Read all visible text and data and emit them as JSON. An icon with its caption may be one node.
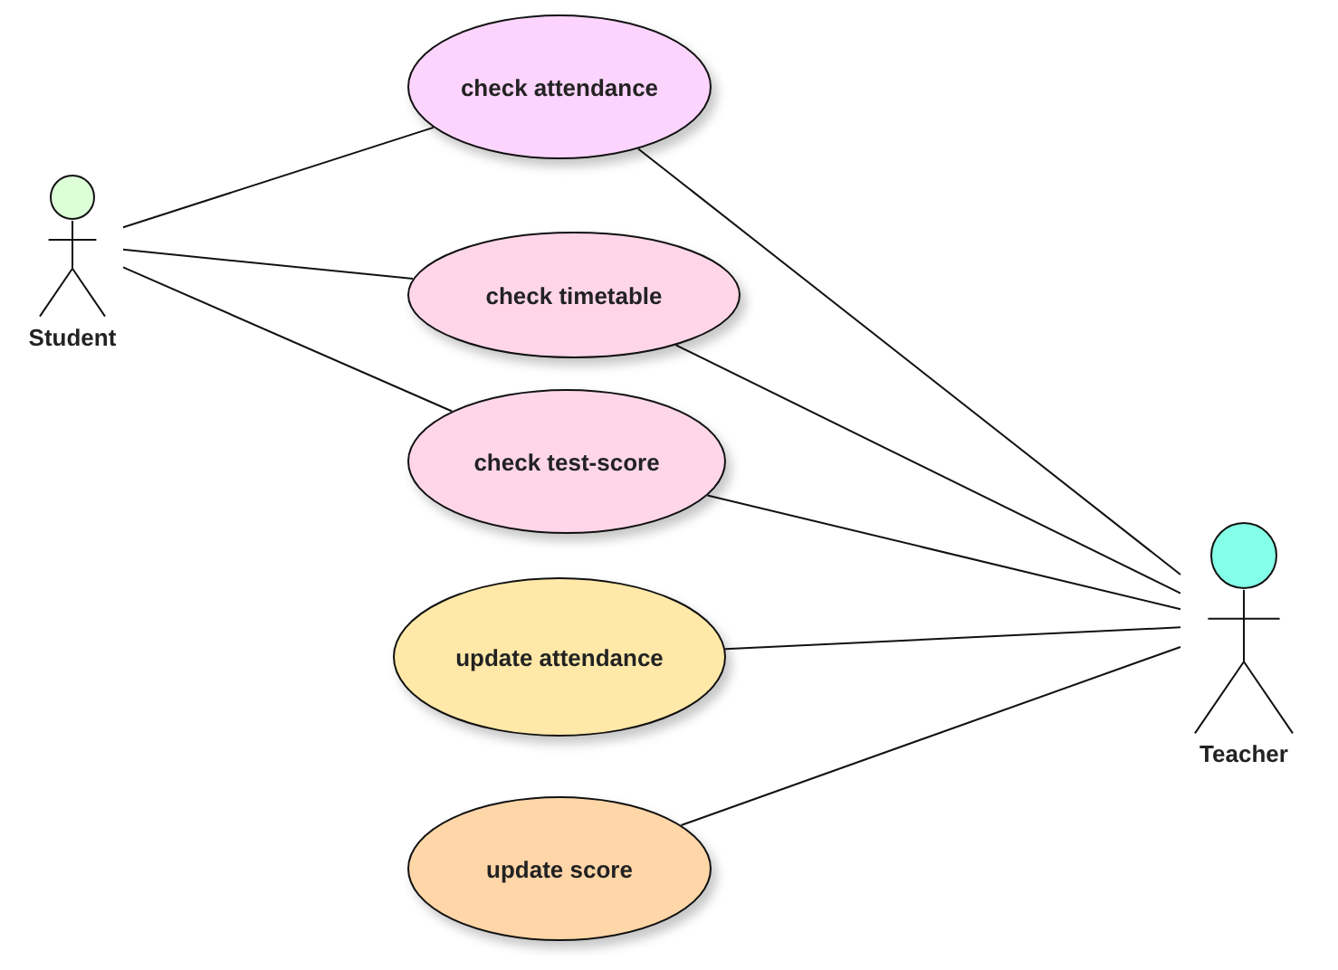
{
  "diagram": {
    "nodes": [
      {
        "text": [
          "Student"
        ]
      },
      {
        "text": [
          "check attendance"
        ]
      },
      {
        "text": [
          "check timetable"
        ]
      },
      {
        "text": [
          "check test-score"
        ]
      },
      {
        "text": [
          "update attendance"
        ]
      },
      {
        "text": [
          "update score"
        ]
      },
      {
        "text": [
          "Teacher"
        ]
      }
    ],
    "edges": [
      {
        "from": 0,
        "to": 1,
        "arrow": "none"
      },
      {
        "from": 0,
        "to": 2,
        "arrow": "none"
      },
      {
        "from": 0,
        "to": 3,
        "arrow": "none"
      },
      {
        "from": 6,
        "to": 1,
        "arrow": "none"
      },
      {
        "from": 6,
        "to": 2,
        "arrow": "none"
      },
      {
        "from": 6,
        "to": 3,
        "arrow": "none"
      },
      {
        "from": 6,
        "to": 4,
        "arrow": "none"
      },
      {
        "from": 6,
        "to": 5,
        "arrow": "none"
      }
    ]
  }
}
